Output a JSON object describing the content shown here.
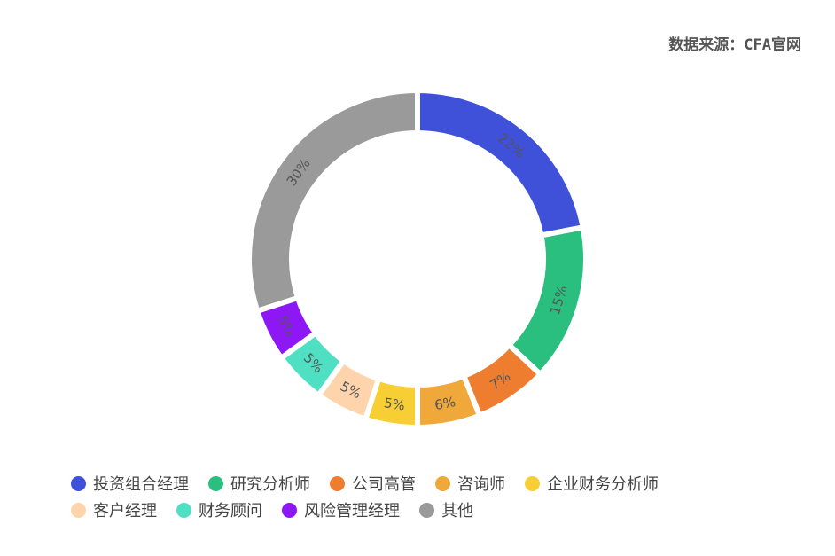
{
  "source": "数据来源：CFA官网",
  "chart_data": {
    "type": "pie",
    "variant": "donut",
    "title": "",
    "categories": [
      "投资组合经理",
      "研究分析师",
      "公司高管",
      "咨询师",
      "企业财务分析师",
      "客户经理",
      "财务顾问",
      "风险管理经理",
      "其他"
    ],
    "values": [
      22,
      15,
      7,
      6,
      5,
      5,
      5,
      5,
      30
    ],
    "labels": [
      "22%",
      "15%",
      "7%",
      "6%",
      "5%",
      "5%",
      "5%",
      "5%",
      "30%"
    ],
    "colors": [
      "#3f51d8",
      "#2bbf7f",
      "#ee7d2f",
      "#f0a83a",
      "#f7cf34",
      "#fdd4ab",
      "#4fe0c4",
      "#8e17f5",
      "#9a9a9a"
    ],
    "legend_position": "bottom"
  }
}
